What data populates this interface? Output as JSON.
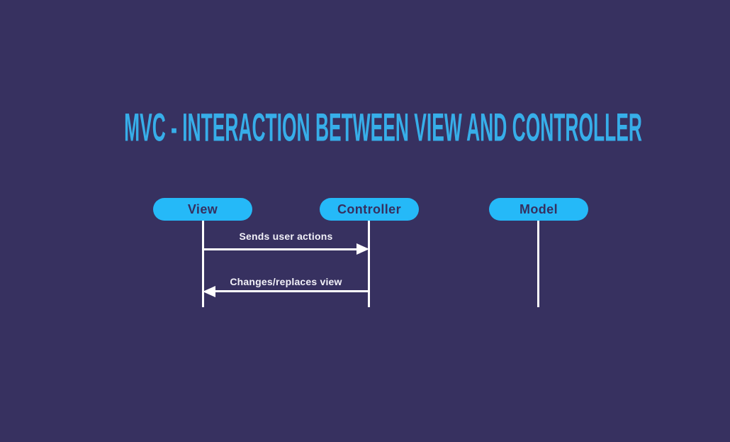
{
  "title": "MVC - INTERACTION BETWEEN VIEW AND CONTROLLER",
  "colors": {
    "background": "#373160",
    "title": "#37AEE9",
    "actor_fill": "#25B9F8",
    "actor_text": "#363060",
    "line": "#FFFFFF"
  },
  "diagram": {
    "type": "sequence",
    "actors": [
      {
        "id": "view",
        "label": "View"
      },
      {
        "id": "controller",
        "label": "Controller"
      },
      {
        "id": "model",
        "label": "Model"
      }
    ],
    "messages": [
      {
        "from": "view",
        "to": "controller",
        "direction": "right",
        "label": "Sends user actions"
      },
      {
        "from": "controller",
        "to": "view",
        "direction": "left",
        "label": "Changes/replaces view"
      }
    ]
  }
}
